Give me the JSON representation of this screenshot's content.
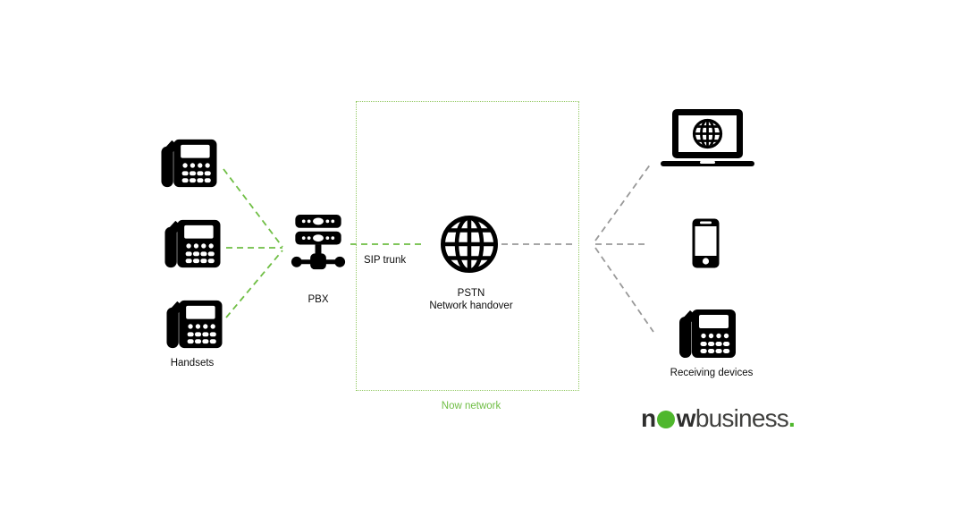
{
  "colors": {
    "green_line": "#6fbe44",
    "green_box_border": "#93c963",
    "gray_line": "#999999",
    "icon_black": "#000000",
    "now_network_text": "#6fbe44",
    "logo_dark": "#2e2e2d",
    "logo_green": "#4fb72d"
  },
  "left_group": {
    "handsets_label": "Handsets",
    "handset_icons": [
      "desk-phone-icon",
      "desk-phone-icon",
      "desk-phone-icon"
    ]
  },
  "pbx": {
    "label": "PBX",
    "icon": "pbx-server-icon"
  },
  "sip_trunk": {
    "label": "SIP trunk"
  },
  "now_box": {
    "icon": "globe-icon",
    "pstn_line1": "PSTN",
    "pstn_line2": "Network handover",
    "caption": "Now network"
  },
  "receiving": {
    "label": "Receiving devices",
    "device_icons": [
      "laptop-globe-icon",
      "smartphone-icon",
      "desk-phone-icon"
    ]
  },
  "logo": {
    "bold_prefix": "n",
    "circle_letter": "o",
    "bold_suffix": "w",
    "regular": "business",
    "period": "."
  }
}
